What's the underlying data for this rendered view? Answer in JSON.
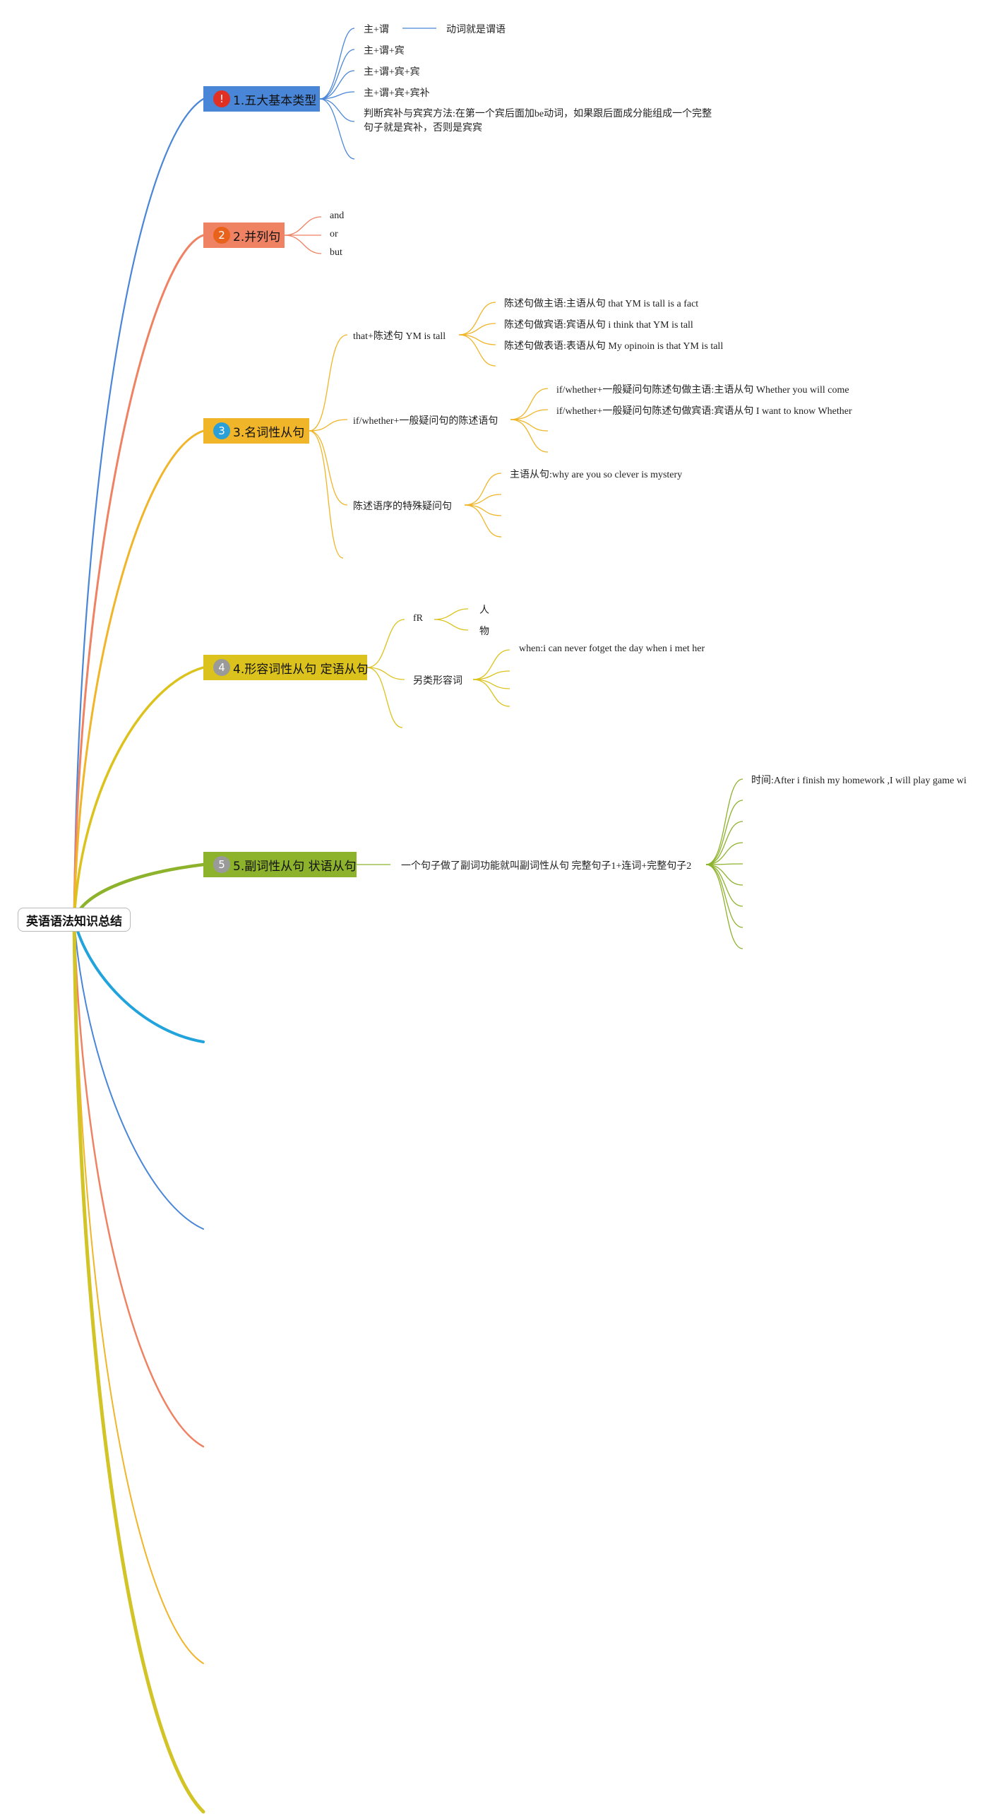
{
  "root": "英语语法知识总结",
  "topics": [
    {
      "marker": "!",
      "label": "1.五大基本类型",
      "color": "#4a86d8",
      "marker_color": "#e03024"
    },
    {
      "marker": "2",
      "label": "2.并列句",
      "color": "#ef8263",
      "marker_color": "#e8621c"
    },
    {
      "marker": "3",
      "label": "3.名词性从句",
      "color": "#f0b528",
      "marker_color": "#2a9fd8"
    },
    {
      "marker": "4",
      "label": "4.形容词性从句 定语从句",
      "color": "#dcc21c",
      "marker_color": "#9a9a9a"
    },
    {
      "marker": "5",
      "label": "5.副词性从句 状语从句",
      "color": "#8db22c",
      "marker_color": "#9a9a9a"
    }
  ],
  "t1": {
    "items": [
      "主+谓",
      "主+谓+宾",
      "主+谓+宾+宾",
      "主+谓+宾+宾补"
    ],
    "long_line1": "判断宾补与宾宾方法:在第一个宾后面加be动词，如果跟后面成分能组成一个完整",
    "long_line2": "句子就是宾补，否则是宾宾",
    "sub": "动词就是谓语"
  },
  "t2": {
    "items": [
      "and",
      "or",
      "but"
    ]
  },
  "t3": {
    "a": "that+陈述句 YM is tall",
    "a_items": [
      "陈述句做主语:主语从句 that YM is tall is a fact",
      "陈述句做宾语:宾语从句 i think that YM is tall",
      "陈述句做表语:表语从句 My opinoin is that YM is tall"
    ],
    "b": "if/whether+一般疑问句的陈述语句",
    "b_items": [
      "if/whether+一般疑问句陈述句做主语:主语从句 Whether you will come",
      "if/whether+一般疑问句陈述句做宾语:宾语从句 I want to know Whether"
    ],
    "c": "陈述语序的特殊疑问句",
    "c_items": [
      "主语从句:why are you so clever is mystery"
    ]
  },
  "t4": {
    "a": "fR",
    "a_items": [
      "人",
      "物"
    ],
    "b": "另类形容词",
    "b_items": [
      "when:i can never fotget the day when i met her"
    ]
  },
  "t5": {
    "a": "一个句子做了副词功能就叫副词性从句 完整句子1+连词+完整句子2",
    "a_items": [
      "时间:After i finish my homework ,I will play game wi"
    ]
  },
  "colors": {
    "blue": "#4a86d8",
    "orange": "#ef8263",
    "yellow": "#f0b528",
    "olive": "#dcc21c",
    "green": "#8db22c",
    "cyan": "#22a3dc",
    "gold": "#d2c426"
  }
}
